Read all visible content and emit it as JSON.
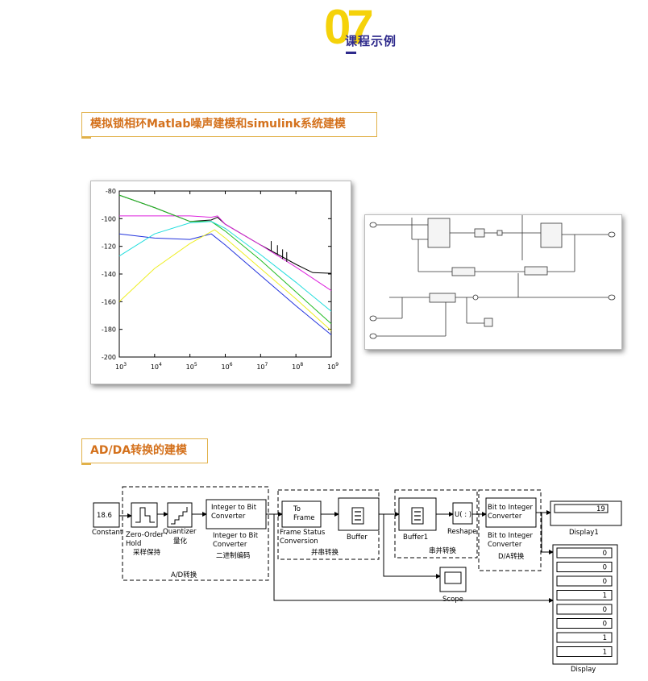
{
  "header": {
    "number": "07",
    "title": "课程示例"
  },
  "section1": {
    "title": "模拟锁相环Matlab噪声建模和simulink系统建模"
  },
  "section2": {
    "title": "AD/DA转换的建模"
  },
  "chart_data": {
    "type": "line",
    "title": "",
    "xlabel": "",
    "ylabel": "",
    "x_scale": "log",
    "xlim": [
      1000,
      1000000000
    ],
    "ylim": [
      -200,
      -80
    ],
    "yticks": [
      "-80",
      "-100",
      "-120",
      "-140",
      "-160",
      "-180",
      "-200"
    ],
    "xtick_base": "10",
    "xtick_exps": [
      "3",
      "4",
      "5",
      "6",
      "7",
      "8",
      "9"
    ],
    "series": [
      {
        "color": "#000000",
        "points": [
          [
            1000,
            -83
          ],
          [
            10000,
            -92
          ],
          [
            100000,
            -102
          ],
          [
            400000,
            -101
          ],
          [
            600000,
            -99
          ],
          [
            1000000,
            -104
          ],
          [
            10000000,
            -119
          ],
          [
            100000000,
            -133
          ],
          [
            300000000,
            -139
          ],
          [
            1000000000,
            -139.5
          ]
        ]
      },
      {
        "color": "#2233dd",
        "points": [
          [
            1000,
            -111
          ],
          [
            10000,
            -114
          ],
          [
            100000,
            -115
          ],
          [
            400000,
            -111
          ],
          [
            1000000,
            -119
          ],
          [
            10000000,
            -141
          ],
          [
            100000000,
            -163
          ],
          [
            1000000000,
            -184
          ]
        ]
      },
      {
        "color": "#dd22dd",
        "points": [
          [
            1000,
            -98
          ],
          [
            10000,
            -98
          ],
          [
            100000,
            -98
          ],
          [
            400000,
            -99
          ],
          [
            600000,
            -98
          ],
          [
            1000000,
            -104
          ],
          [
            10000000,
            -119
          ],
          [
            100000000,
            -135
          ],
          [
            1000000000,
            -152
          ]
        ]
      },
      {
        "color": "#22bb22",
        "points": [
          [
            1000,
            -83
          ],
          [
            10000,
            -92
          ],
          [
            100000,
            -102
          ],
          [
            400000,
            -102
          ],
          [
            1000000,
            -109
          ],
          [
            10000000,
            -130
          ],
          [
            100000000,
            -153
          ],
          [
            1000000000,
            -176
          ]
        ]
      },
      {
        "color": "#22dddd",
        "points": [
          [
            1000,
            -127
          ],
          [
            10000,
            -111
          ],
          [
            100000,
            -103
          ],
          [
            400000,
            -102
          ],
          [
            1000000,
            -107
          ],
          [
            10000000,
            -126
          ],
          [
            100000000,
            -146
          ],
          [
            1000000000,
            -167
          ]
        ]
      },
      {
        "color": "#eeee22",
        "points": [
          [
            1000,
            -160
          ],
          [
            10000,
            -136
          ],
          [
            100000,
            -118
          ],
          [
            500000,
            -108
          ],
          [
            1000000,
            -114
          ],
          [
            10000000,
            -136
          ],
          [
            100000000,
            -158
          ],
          [
            1000000000,
            -181
          ]
        ]
      }
    ]
  },
  "sim_top": {
    "ports": [
      "",
      "",
      "",
      "",
      "",
      ""
    ]
  },
  "sim_bottom": {
    "constant": {
      "value": "18.6",
      "label": "Constant"
    },
    "zoh": {
      "name": "Zero-Order\nHold",
      "cn": "采样保持"
    },
    "quantizer": {
      "name": "Quantizer",
      "cn": "量化"
    },
    "i2b": {
      "block": "Integer to Bit\nConverter",
      "name": "Integer to Bit\nConverter",
      "cn": "二进制编码"
    },
    "ad_label": "A/D转换",
    "toframe": {
      "block": "To\nFrame",
      "name": "Frame Status\nConversion"
    },
    "buffer": {
      "name": "Buffer"
    },
    "ps_label": "并串转换",
    "buffer1": {
      "name": "Buffer1"
    },
    "reshape": {
      "block": "U( : )",
      "name": "Reshape"
    },
    "sp_label": "串并转换",
    "b2i": {
      "block": "Bit to Integer\nConverter",
      "name": "Bit to Integer\nConverter",
      "cn": "D/A转换"
    },
    "display1": {
      "value": "19",
      "name": "Display1"
    },
    "scope": {
      "name": "Scope"
    },
    "display": {
      "values": [
        "0",
        "0",
        "0",
        "1",
        "0",
        "0",
        "1",
        "1"
      ],
      "name": "Display"
    }
  }
}
